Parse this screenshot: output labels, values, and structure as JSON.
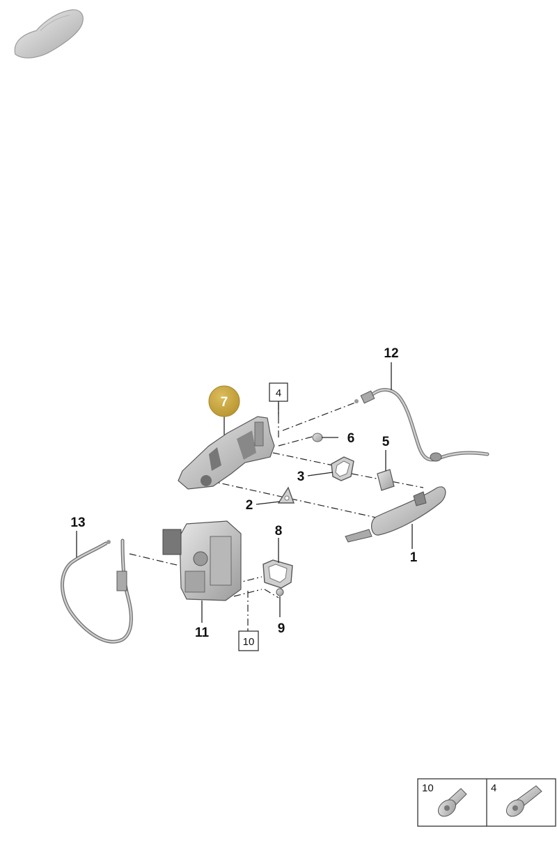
{
  "callouts": {
    "c1": "1",
    "c2": "2",
    "c3": "3",
    "c4": "4",
    "c5": "5",
    "c6": "6",
    "c7": "7",
    "c8": "8",
    "c9": "9",
    "c10": "10",
    "c11": "11",
    "c12": "12",
    "c13": "13"
  },
  "legend": {
    "screw_10": "10",
    "screw_4": "4"
  },
  "colors": {
    "highlight": "#C9A640",
    "part": "#C8C8C8",
    "part_dark": "#8E8E8E",
    "line": "#222222"
  },
  "icons": {
    "vehicle": "car-silhouette-icon"
  }
}
